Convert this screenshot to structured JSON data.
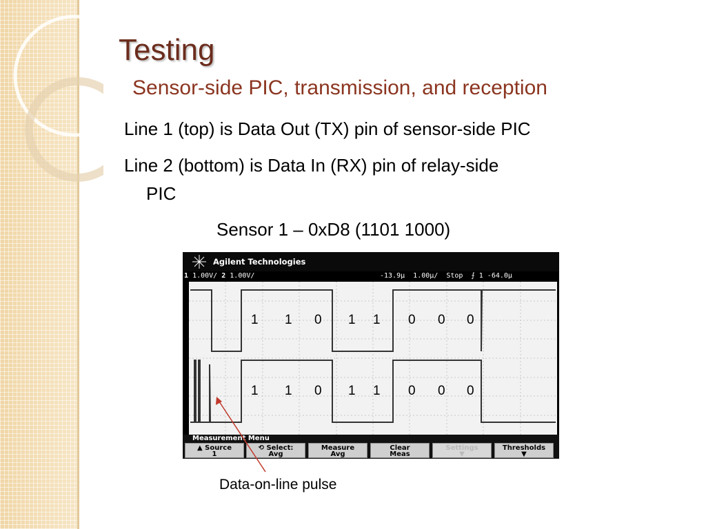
{
  "slide": {
    "title": "Testing",
    "subtitle": "Sensor-side PIC, transmission, and reception",
    "bullets": [
      "Line 1 (top) is Data Out (TX) pin of sensor-side PIC",
      "Line 2 (bottom) is Data In (RX) pin of relay-side",
      "PIC"
    ],
    "sensor_line": "Sensor 1 – 0xD8 (1101 1000)",
    "caption": "Data-on-line pulse"
  },
  "oscilloscope": {
    "brand": "Agilent Technologies",
    "ch1": "1",
    "ch1_scale": "1.00V/",
    "ch2": "2",
    "ch2_scale": "1.00V/",
    "time_offset": "-13.9µ",
    "time_scale": "1.00µ/",
    "run_state": "Stop",
    "trigger_ch": "1",
    "trigger_level": "-64.0µ",
    "menu_title": "Measurement Menu",
    "softkeys": [
      {
        "line1": "Source",
        "line2": "1",
        "disabled": false
      },
      {
        "line1": "Select:",
        "line2": "Avg",
        "disabled": false
      },
      {
        "line1": "Measure",
        "line2": "Avg",
        "disabled": false
      },
      {
        "line1": "Clear",
        "line2": "Meas",
        "disabled": false
      },
      {
        "line1": "Settings",
        "line2": "",
        "disabled": true
      },
      {
        "line1": "Thresholds",
        "line2": "",
        "disabled": false
      }
    ],
    "bits_top": [
      "1",
      "1",
      "0",
      "1",
      "1",
      "0",
      "0",
      "0"
    ],
    "bits_bottom": [
      "1",
      "1",
      "0",
      "1",
      "1",
      "0",
      "0",
      "0"
    ]
  },
  "colors": {
    "title": "#6b2c1c",
    "subtitle": "#8b3520",
    "arrow": "#c0392b",
    "sidebar": "#f3dfb8"
  }
}
